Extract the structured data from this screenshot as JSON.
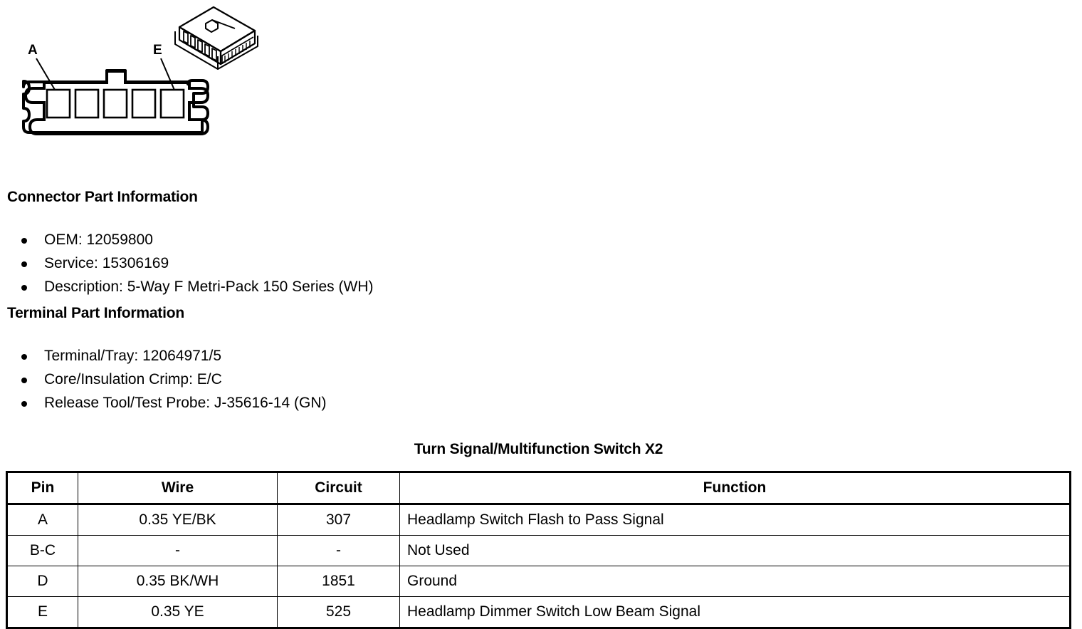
{
  "illustration": {
    "connector_face": {
      "label_a": "A",
      "label_e": "E",
      "cavity_count": 5
    },
    "iso_view": {
      "name": "connector-3d-view"
    }
  },
  "connector_part_information": {
    "heading": "Connector Part Information",
    "items": [
      "OEM: 12059800",
      "Service: 15306169",
      "Description: 5-Way F Metri-Pack 150 Series (WH)"
    ]
  },
  "terminal_part_information": {
    "heading": "Terminal Part Information",
    "items": [
      "Terminal/Tray: 12064971/5",
      "Core/Insulation Crimp: E/C",
      "Release Tool/Test Probe: J-35616-14 (GN)"
    ]
  },
  "pinout": {
    "title": "Turn Signal/Multifunction Switch X2",
    "columns": [
      "Pin",
      "Wire",
      "Circuit",
      "Function"
    ],
    "rows": [
      {
        "pin": "A",
        "wire": "0.35 YE/BK",
        "circuit": "307",
        "function": "Headlamp Switch Flash to Pass Signal"
      },
      {
        "pin": "B-C",
        "wire": "-",
        "circuit": "-",
        "function": "Not Used"
      },
      {
        "pin": "D",
        "wire": "0.35 BK/WH",
        "circuit": "1851",
        "function": "Ground"
      },
      {
        "pin": "E",
        "wire": "0.35 YE",
        "circuit": "525",
        "function": "Headlamp Dimmer Switch Low Beam Signal"
      }
    ]
  },
  "colors": {
    "ink": "#000000",
    "paper": "#ffffff"
  }
}
